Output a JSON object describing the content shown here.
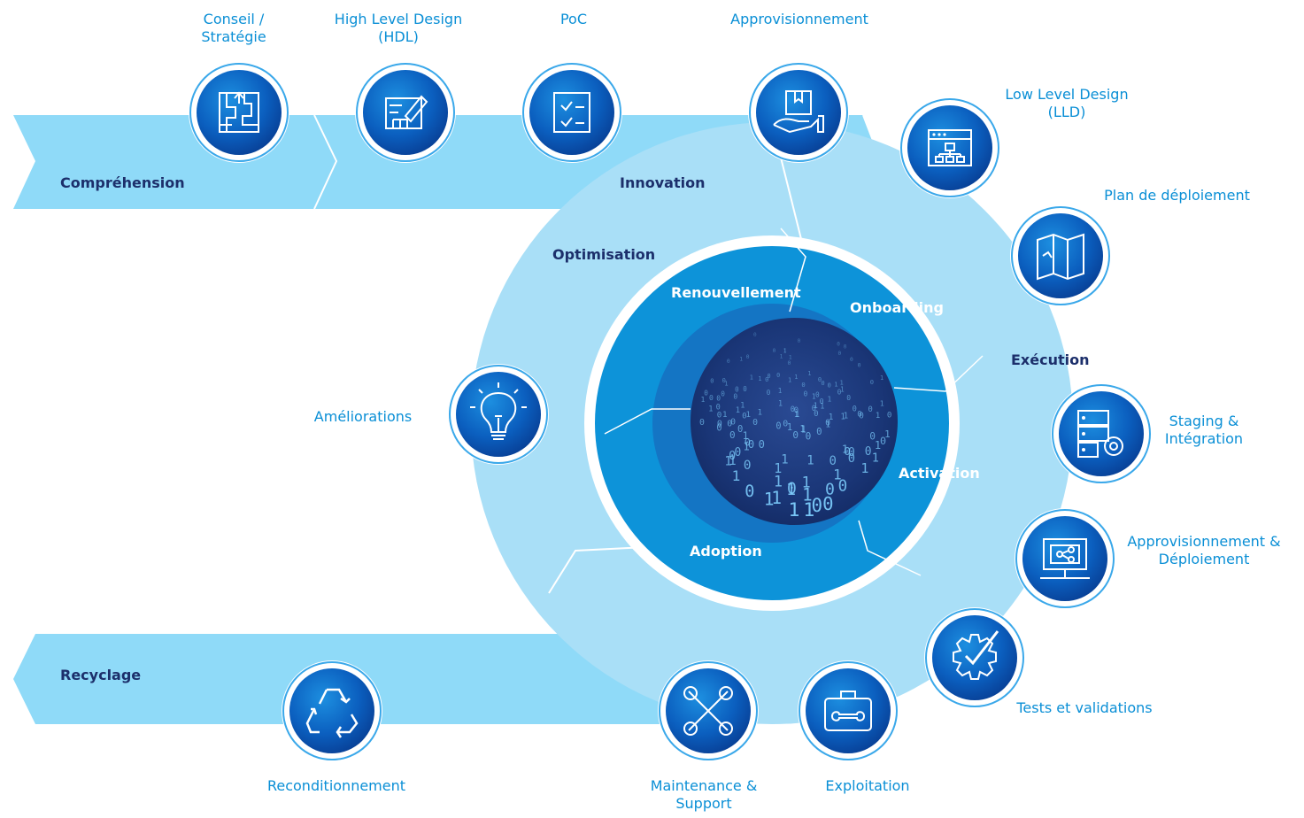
{
  "phases": {
    "comprehension": "Compréhension",
    "innovation": "Innovation",
    "optimisation": "Optimisation",
    "execution": "Exécution",
    "recyclage": "Recyclage"
  },
  "inner": {
    "renouvellement": "Renouvellement",
    "onboarding": "Onboarding",
    "activation": "Activation",
    "adoption": "Adoption"
  },
  "steps": {
    "conseil": [
      "Conseil /",
      "Stratégie"
    ],
    "hdl": [
      "High Level Design",
      "(HDL)"
    ],
    "poc": [
      "PoC"
    ],
    "approvisionnement": [
      "Approvisionnement"
    ],
    "lld": [
      "Low Level Design",
      "(LLD)"
    ],
    "plan": [
      "Plan de déploiement"
    ],
    "staging": [
      "Staging &",
      "Intégration"
    ],
    "appro_deploiement": [
      "Approvisionnement &",
      "Déploiement"
    ],
    "tests": [
      "Tests et validations"
    ],
    "exploitation": [
      "Exploitation"
    ],
    "maintenance": [
      "Maintenance &",
      "Support"
    ],
    "reconditionnement": [
      "Reconditionnement"
    ],
    "ameliorations": [
      "Améliorations"
    ]
  },
  "colors": {
    "band": "#8fdaf8",
    "ring": "#a9dff7",
    "inner": "#0d93d9",
    "core": "#17306f",
    "label": "#0a8fd6",
    "phase_label": "#1c2f6b"
  },
  "icons": {
    "conseil": "maze-icon",
    "hdl": "design-pencil-icon",
    "poc": "checklist-icon",
    "approvisionnement": "hand-box-icon",
    "lld": "window-hierarchy-icon",
    "plan": "map-icon",
    "staging": "server-gear-icon",
    "appro_deploiement": "monitor-share-icon",
    "tests": "gear-check-icon",
    "exploitation": "toolbox-icon",
    "maintenance": "wrench-icon",
    "reconditionnement": "recycle-icon",
    "ameliorations": "lightbulb-icon"
  }
}
